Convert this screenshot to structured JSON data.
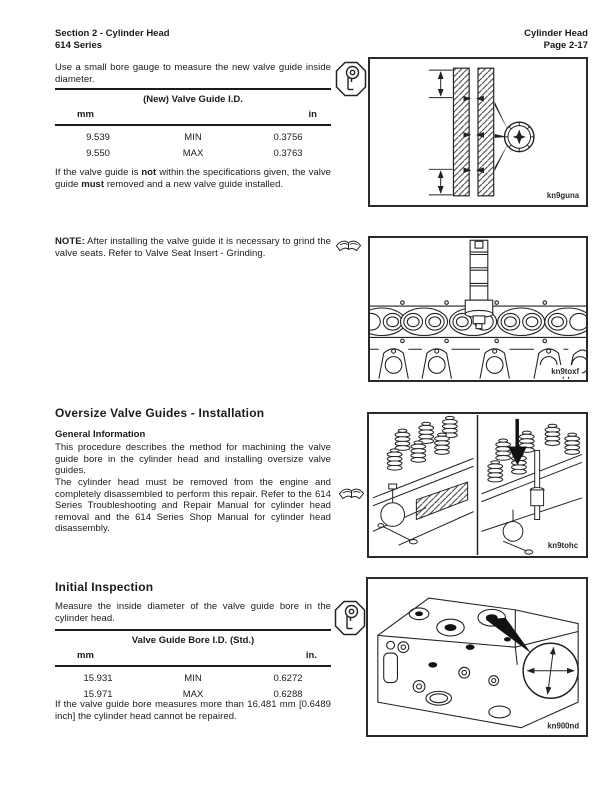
{
  "header": {
    "section": "Section 2 - Cylinder Head",
    "series": "614 Series",
    "chapter": "Cylinder Head",
    "page": "Page 2-17"
  },
  "intro": {
    "text": "Use a small bore gauge to measure the new valve guide inside diameter."
  },
  "table1": {
    "title": "(New) Valve Guide I.D.",
    "col_left": "mm",
    "col_right": "in",
    "rows": [
      {
        "mm": "9.539",
        "limit": "MIN",
        "in": "0.3756"
      },
      {
        "mm": "9.550",
        "limit": "MAX",
        "in": "0.3763"
      }
    ]
  },
  "spec_para": {
    "pre": "If the valve guide is",
    "bold1": "not",
    "mid": "within the specifications given, the valve guide",
    "bold2": "must",
    "post": "removed and a new valve guide installed."
  },
  "note": {
    "label": "NOTE:",
    "text": "After installing the valve guide it is necessary to grind the valve seats. Refer to Valve Seat Insert - Grinding."
  },
  "oversize": {
    "heading": "Oversize Valve Guides - Installation",
    "subheading": "General Information",
    "para1": "This procedure describes the method for machining the valve guide bore in the cylinder head and installing oversize valve guides.",
    "para2": "The cylinder head must be removed from the engine and completely disassembled to perform this repair. Refer to the 614 Series Troubleshooting and Repair Manual for cylinder head removal and the 614 Series Shop Manual for cylinder head disassembly."
  },
  "inspection": {
    "heading": "Initial Inspection",
    "para": "Measure the inside diameter of the valve guide bore in the cylinder head.",
    "table": {
      "title": "Valve Guide Bore I.D. (Std.)",
      "col_left": "mm",
      "col_right": "in.",
      "rows": [
        {
          "mm": "15.931",
          "limit": "MIN",
          "in": "0.6272"
        },
        {
          "mm": "15.971",
          "limit": "MAX",
          "in": "0.6288"
        }
      ]
    },
    "limit_para": "If the valve guide bore measures more than 16.481 mm [0.6489 inch] the cylinder head cannot be repaired."
  },
  "figures": {
    "fig1": {
      "label": "kn9guna"
    },
    "fig2": {
      "label": "kn9toxf"
    },
    "fig3": {
      "label": "kn9tohc"
    },
    "fig4": {
      "label": "kn900nd"
    }
  },
  "icons": {
    "bore_gauge": "bore-gauge-icon",
    "open_book": "open-book-icon"
  }
}
